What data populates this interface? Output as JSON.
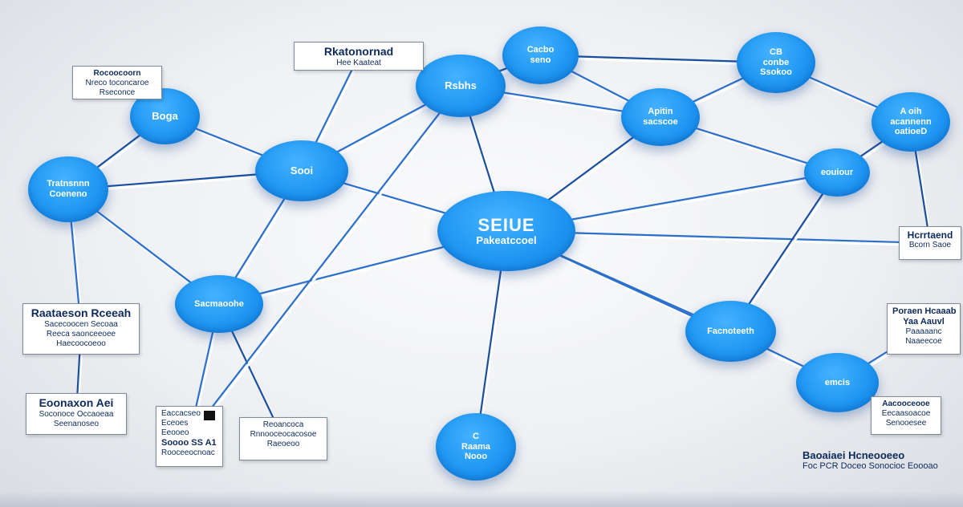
{
  "diagram": {
    "center_node": {
      "line1": "SEIUE",
      "line2": "Pakeatccoel"
    },
    "nodes": [
      {
        "id": "n-rkbshs",
        "lines": [
          "Rsbhs"
        ]
      },
      {
        "id": "n-cacbo",
        "lines": [
          "Cacbo",
          "seno"
        ]
      },
      {
        "id": "n-cb",
        "lines": [
          "CB",
          "conbe",
          "Ssokoo"
        ]
      },
      {
        "id": "n-boga",
        "lines": [
          "Boga"
        ]
      },
      {
        "id": "n-apitin",
        "lines": [
          "Apitin",
          "sacscoe"
        ]
      },
      {
        "id": "n-aoih",
        "lines": [
          "A oih",
          "acannenn",
          "oatioeD"
        ]
      },
      {
        "id": "n-sooi",
        "lines": [
          "Sooi"
        ]
      },
      {
        "id": "n-ecohour",
        "lines": [
          "eouiour"
        ]
      },
      {
        "id": "n-tratnsn",
        "lines": [
          "Tratnsnnn",
          "Coeneno"
        ]
      },
      {
        "id": "n-sacmaooh",
        "lines": [
          "Sacmaoohe"
        ]
      },
      {
        "id": "n-facnoteeth",
        "lines": [
          "Facnoteeth"
        ]
      },
      {
        "id": "n-emcis",
        "lines": [
          "emcis"
        ]
      },
      {
        "id": "n-c-bottom",
        "lines": [
          "C",
          "Raama",
          "Nooo"
        ]
      }
    ],
    "labels": [
      {
        "id": "lb-top-center",
        "lines": [
          "Rkatonornad",
          "Hee Kaateat"
        ]
      },
      {
        "id": "lb-top-left",
        "lines": [
          "Rocoocoorn",
          "Nreco toconcaroe",
          "Rseconce"
        ]
      },
      {
        "id": "lb-right-mid",
        "lines": [
          "Hcrrtaend",
          "Bcorn Saoe"
        ]
      },
      {
        "id": "lb-left-mid",
        "lines": [
          "Raataeson Rceeah",
          "Sacecoocen Secoaa",
          "Reeca saonceeoee",
          "Haecoocoeoo"
        ]
      },
      {
        "id": "lb-right-lower",
        "lines": [
          "Poraen Hcaaab",
          "Yaa Aauvl",
          "Paaaaanc",
          "Naaeecoe"
        ]
      },
      {
        "id": "lb-left-lower",
        "lines": [
          "Eoonaxon Aei",
          "Soconoce Occaoeaa",
          "Seenanoseo"
        ]
      },
      {
        "id": "lb-bottom-left-a",
        "lines": [
          "Eaccacseo",
          "Eceoes",
          "Eeooeo",
          "Soooo SS A1",
          "Rooceeocnoac"
        ]
      },
      {
        "id": "lb-bottom-left-b",
        "lines": [
          "Reoancoca",
          "Rnnooceocacosoe",
          "Raeoeoo"
        ]
      },
      {
        "id": "lb-right-bottom",
        "lines": [
          "Aacooceooe",
          "Eecaasoacoe",
          "Senooesee"
        ]
      }
    ],
    "footer_text": {
      "line1": "Baoaiaei Hcneooeeo",
      "line2": "Foc PCR Doceo Sonocioc Eoooao"
    }
  }
}
